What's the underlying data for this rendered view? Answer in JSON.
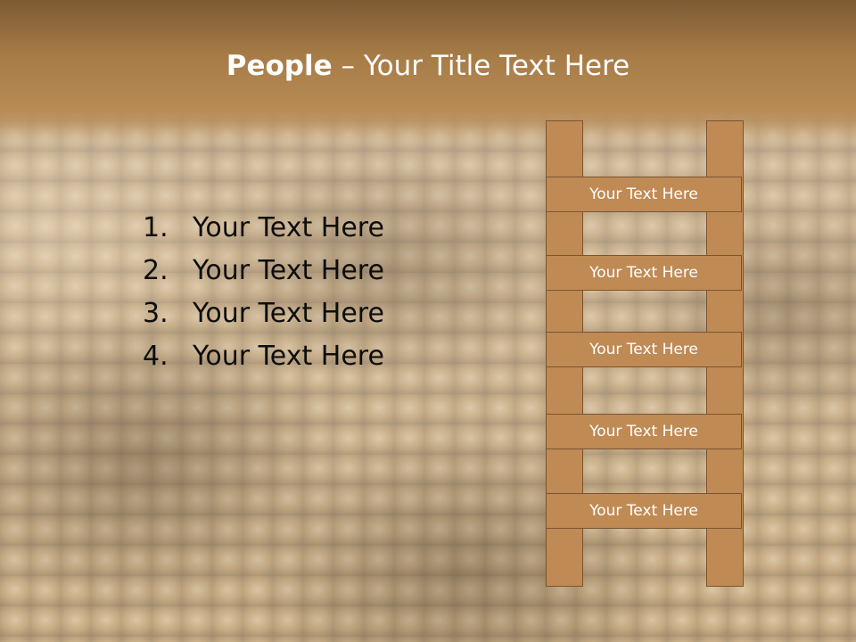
{
  "slide": {
    "title_bold": "People",
    "title_rest": " – Your Title Text Here",
    "list_items": [
      {
        "number": "1.",
        "text": "Your Text Here"
      },
      {
        "number": "2.",
        "text": "Your Text Here"
      },
      {
        "number": "3.",
        "text": "Your Text Here"
      },
      {
        "number": "4.",
        "text": "Your Text Here"
      }
    ],
    "ladder_rungs": [
      "Your Text Here",
      "Your Text Here",
      "Your Text Here",
      "Your Text Here",
      "Your Text Here"
    ]
  },
  "colors": {
    "title_band": "#a77c47",
    "ladder_fill": "#c08a55",
    "ladder_outline": "#7a5430",
    "title_text": "#ffffff",
    "body_text": "#0d0d0d"
  }
}
